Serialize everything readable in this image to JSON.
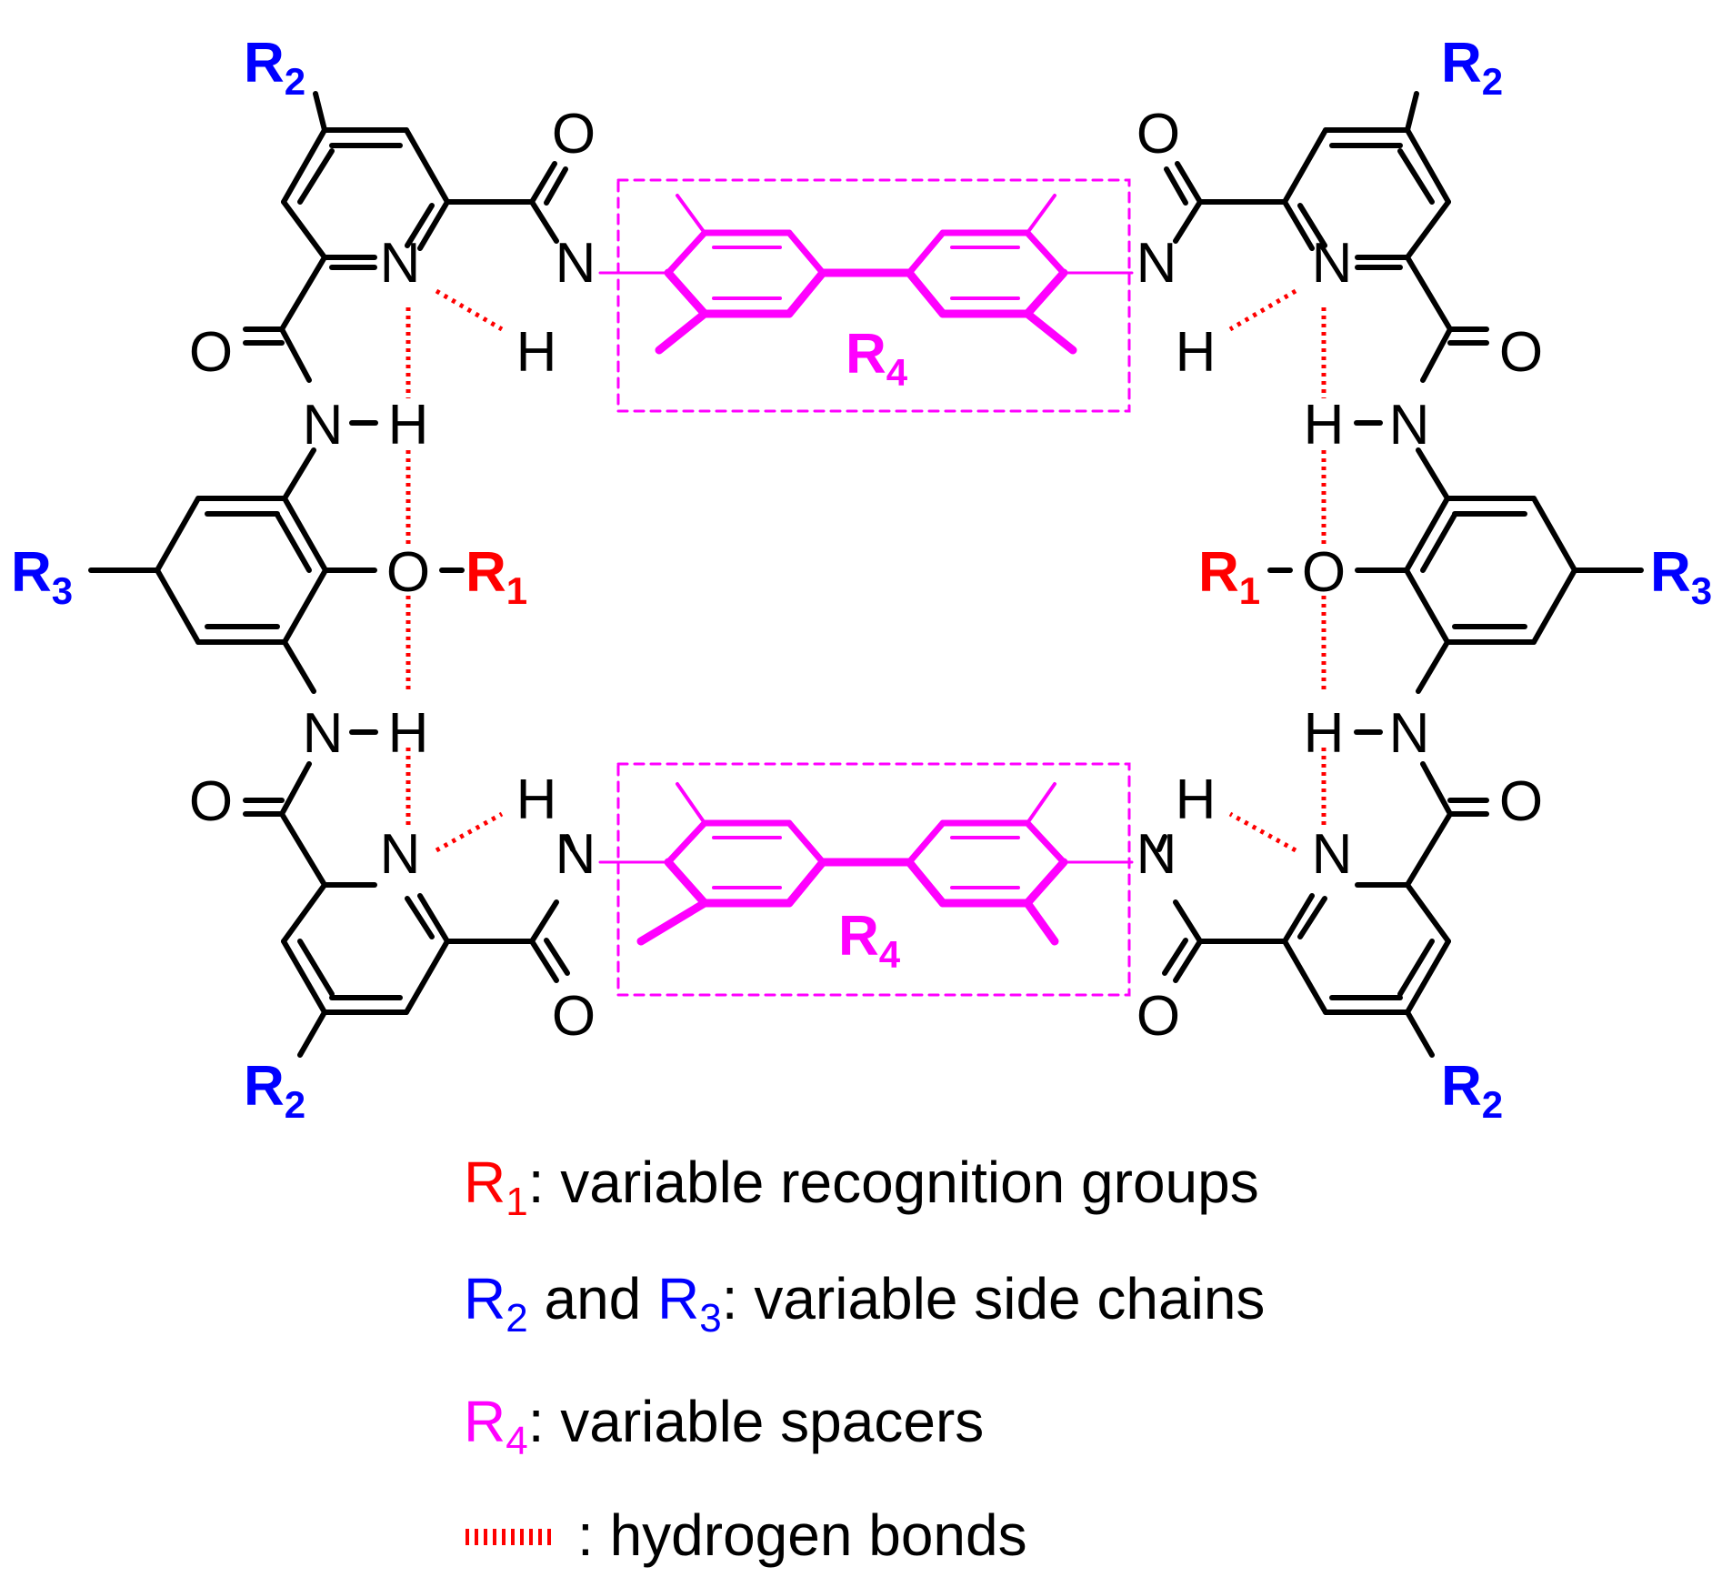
{
  "colors": {
    "bond": "#000000",
    "r1": "#ff0000",
    "r2r3": "#0000ff",
    "r4": "#ff00ff",
    "hbond": "#ff0000",
    "background": "#ffffff"
  },
  "atoms": {
    "oxygen": "O",
    "nitrogen": "N",
    "hydrogen": "H",
    "r_letter": "R"
  },
  "groups": {
    "r1_sub": "1",
    "r2_sub": "2",
    "r3_sub": "3",
    "r4_sub": "4"
  },
  "legend": {
    "r1": {
      "label": "R",
      "sub": "1",
      "text": ": variable recognition groups"
    },
    "r2r3": {
      "label_a": "R",
      "sub_a": "2",
      "and": " and ",
      "label_b": "R",
      "sub_b": "3",
      "text": ": variable side chains"
    },
    "r4": {
      "label": "R",
      "sub": "4",
      "text": ": variable spacers"
    },
    "hbond": {
      "text": ": hydrogen bonds"
    }
  }
}
